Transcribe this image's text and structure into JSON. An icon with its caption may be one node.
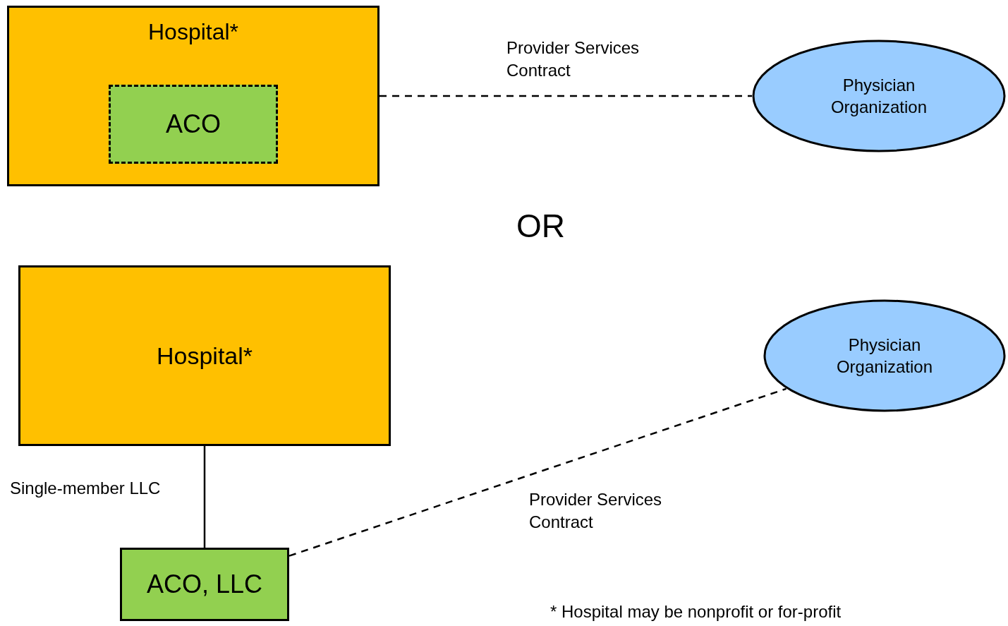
{
  "diagram": {
    "nodes": [
      {
        "text": [
          "Hospital*"
        ]
      },
      {
        "text": [
          "ACO"
        ],
        "in": 0
      },
      {
        "text": [
          "Physician Organization"
        ]
      },
      {
        "text": [
          "Hospital*"
        ]
      },
      {
        "text": [
          "ACO, LLC"
        ]
      },
      {
        "text": [
          "Physician Organization"
        ]
      }
    ],
    "edges": [
      {
        "from": 0,
        "to": 2,
        "arrow": "none",
        "style": "dashed",
        "label": "Provider Services Contract"
      },
      {
        "from": 3,
        "to": 4,
        "arrow": "none",
        "label": "Single-member LLC"
      },
      {
        "from": 4,
        "to": 5,
        "arrow": "none",
        "style": "dashed",
        "label": "Provider Services Contract"
      }
    ],
    "labels": [
      "OR",
      "* Hospital may be nonprofit or for-profit"
    ]
  }
}
